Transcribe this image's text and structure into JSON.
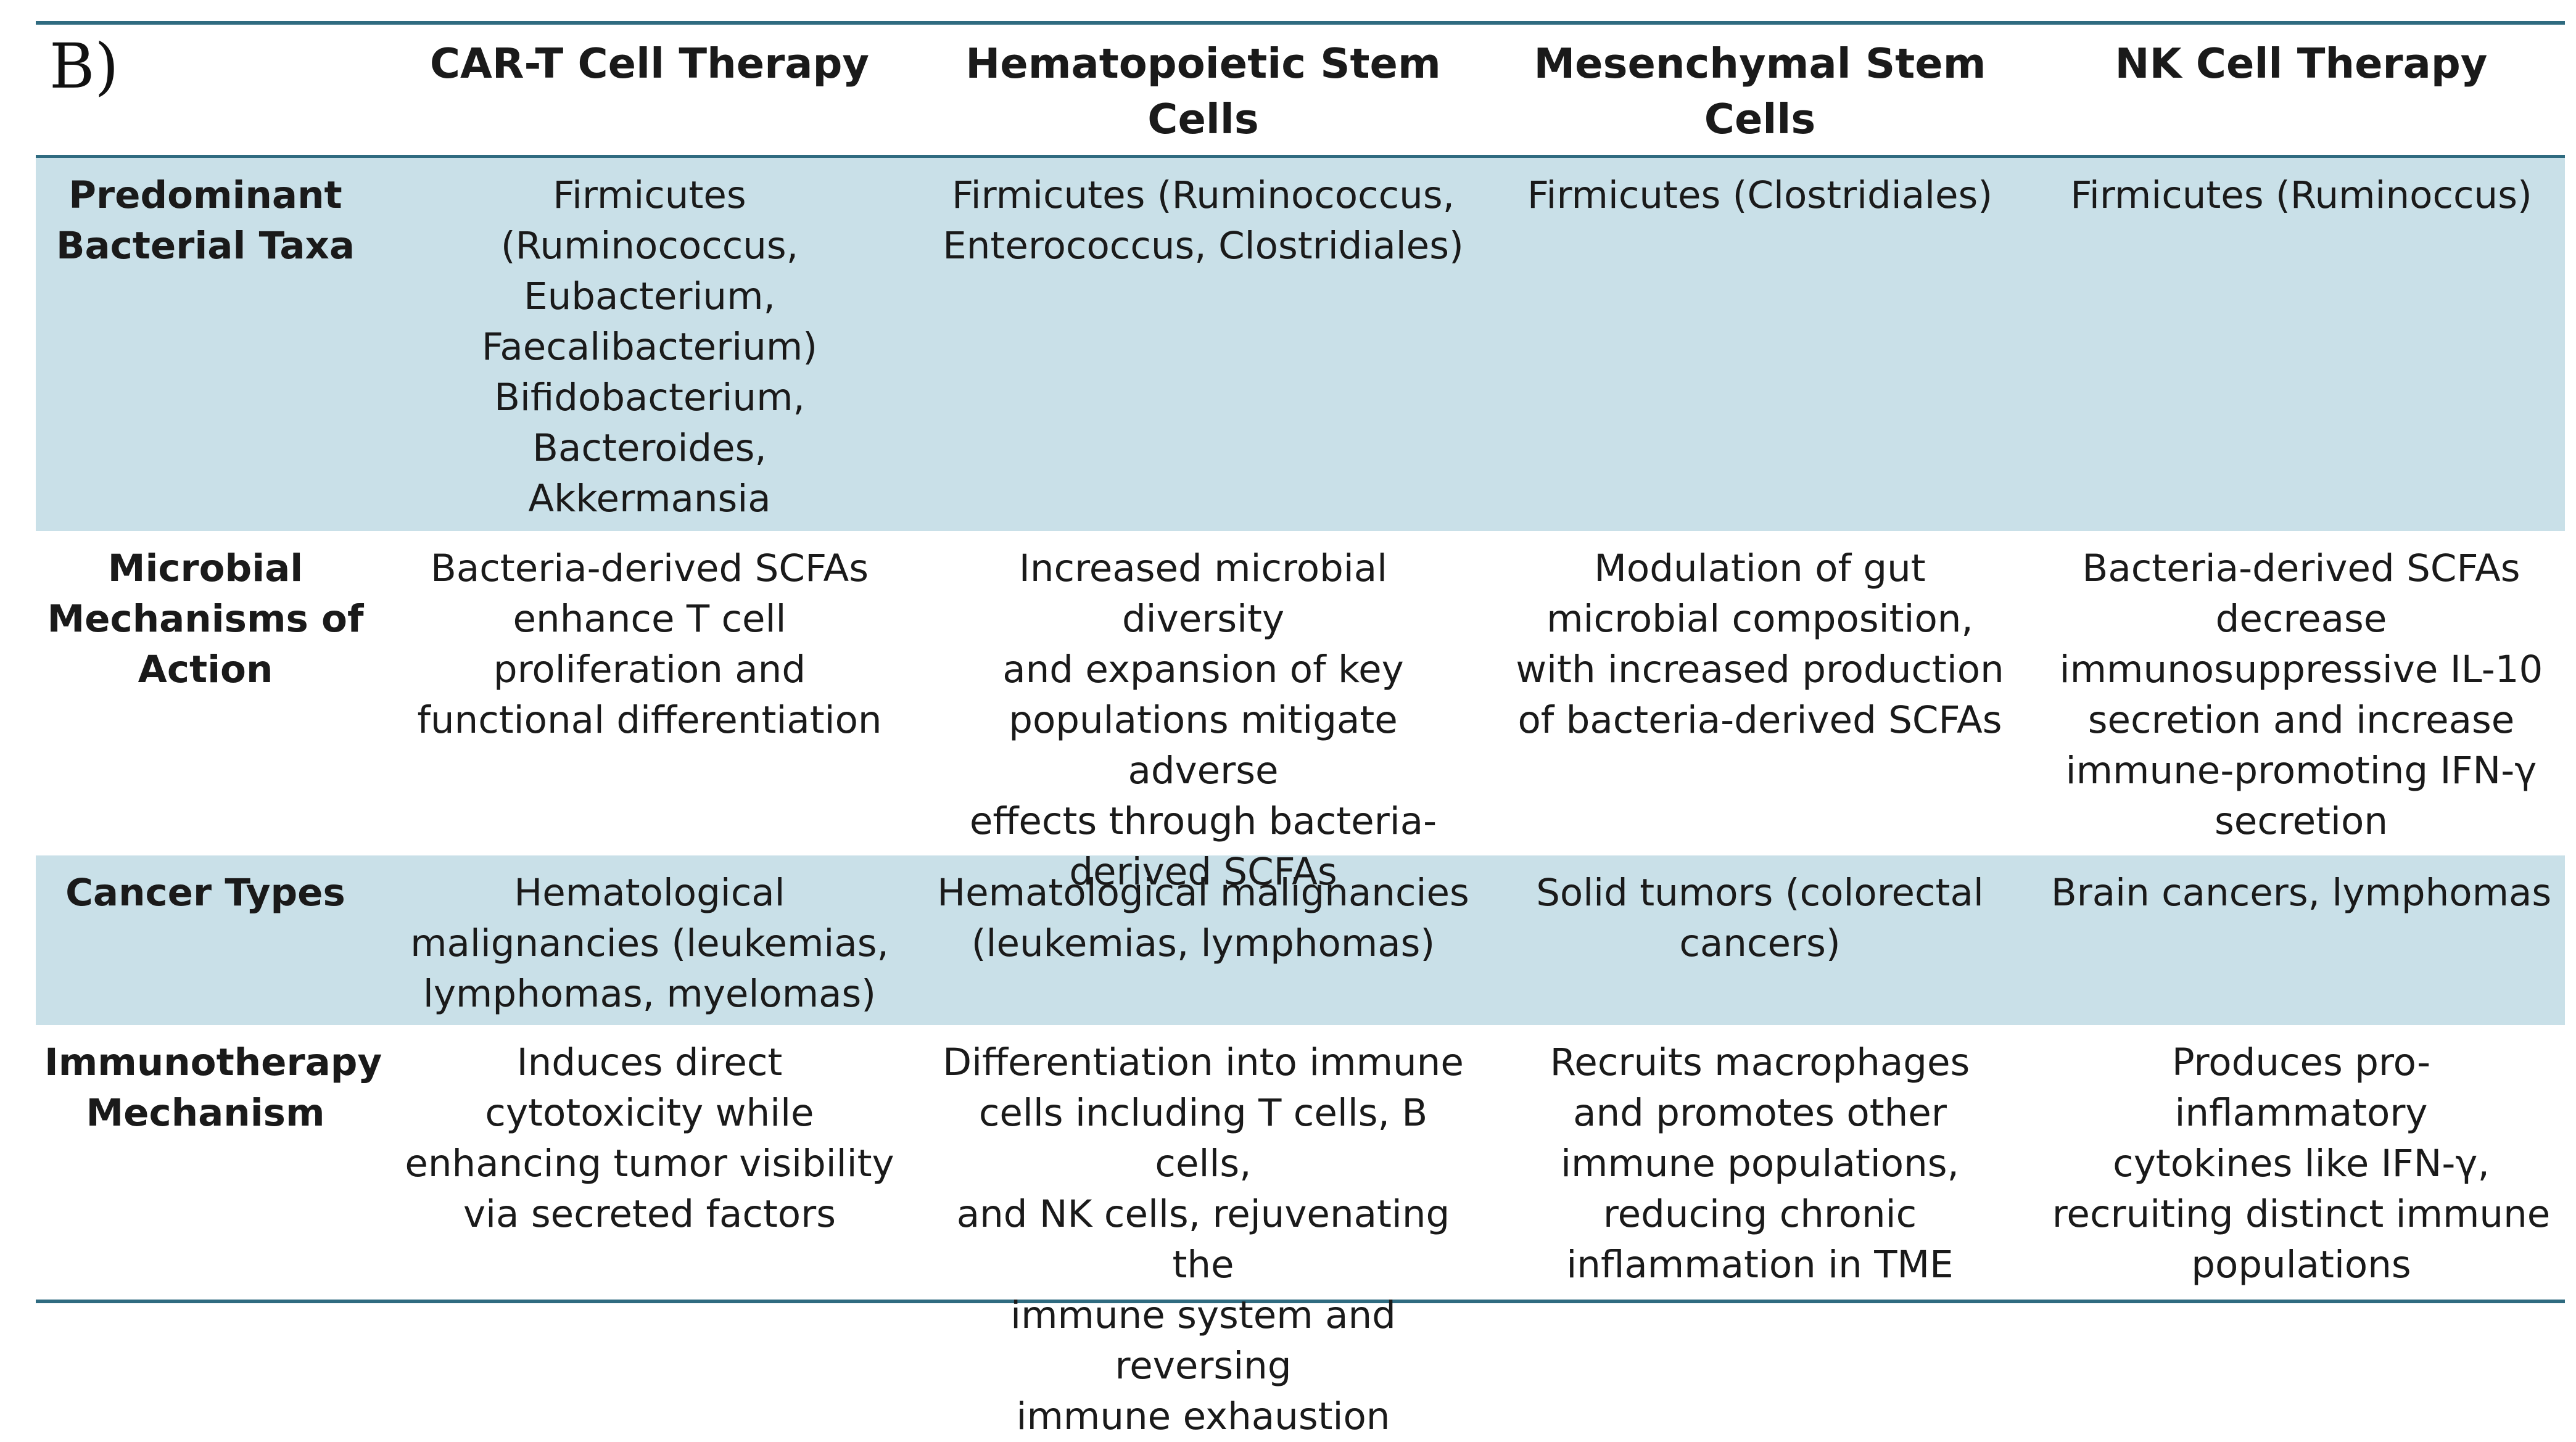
{
  "panel_label": "B)",
  "columns": [
    "CAR-T Cell Therapy",
    "Hematopoietic Stem\nCells",
    "Mesenchymal Stem\nCells",
    "NK Cell Therapy"
  ],
  "rows": [
    {
      "label": "Predominant\nBacterial Taxa",
      "cells": [
        "Firmicutes\n(Ruminococcus,\nEubacterium,\nFaecalibacterium)\nBifidobacterium,\nBacteroides,\nAkkermansia",
        "Firmicutes (Ruminococcus,\nEnterococcus, Clostridiales)",
        "Firmicutes (Clostridiales)",
        "Firmicutes (Ruminoccus)"
      ]
    },
    {
      "label": "Microbial\nMechanisms of\nAction",
      "cells": [
        "Bacteria-derived SCFAs\nenhance T cell\nproliferation and\nfunctional differentiation",
        "Increased microbial diversity\nand expansion of key\npopulations mitigate adverse\neffects through bacteria-\nderived SCFAs",
        "Modulation of gut\nmicrobial composition,\nwith increased production\nof bacteria-derived SCFAs",
        "Bacteria-derived SCFAs\ndecrease\nimmunosuppressive IL-10\nsecretion and increase\nimmune-promoting IFN-γ\nsecretion"
      ]
    },
    {
      "label": "Cancer Types",
      "cells": [
        "Hematological\nmalignancies (leukemias,\nlymphomas, myelomas)",
        "Hematological malignancies\n(leukemias, lymphomas)",
        "Solid tumors (colorectal\ncancers)",
        "Brain cancers, lymphomas"
      ]
    },
    {
      "label": "Immunotherapy\nMechanism",
      "cells": [
        "Induces direct\ncytotoxicity while\nenhancing tumor visibility\nvia secreted factors",
        "Differentiation into immune\ncells including T cells, B cells,\nand NK cells, rejuvenating the\nimmune system and reversing\nimmune exhaustion",
        "Recruits macrophages\nand promotes other\nimmune populations,\nreducing chronic\ninflammation in TME",
        "Produces pro-inflammatory\ncytokines like IFN-γ,\nrecruiting distinct immune\npopulations"
      ]
    }
  ],
  "colors": {
    "rule": "#2f6b80",
    "shaded_row": "#c9e0e8"
  }
}
